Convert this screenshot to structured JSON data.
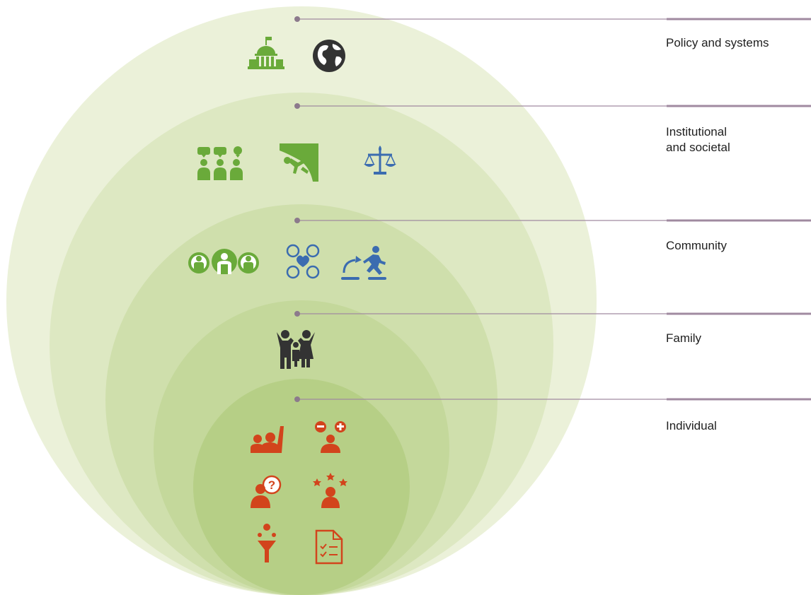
{
  "levels": [
    {
      "id": "policy",
      "label": "Policy and systems"
    },
    {
      "id": "institutional",
      "label": "Institutional\nand societal"
    },
    {
      "id": "community",
      "label": "Community"
    },
    {
      "id": "family",
      "label": "Family"
    },
    {
      "id": "individual",
      "label": "Individual"
    }
  ],
  "icons": {
    "policy": [
      "government-building-icon",
      "globe-icon"
    ],
    "institutional": [
      "group-discussion-icon",
      "climbing-person-icon",
      "scales-of-justice-icon"
    ],
    "community": [
      "community-members-icon",
      "connected-people-heart-icon",
      "person-stepping-up-icon"
    ],
    "family": [
      "family-icon"
    ],
    "individual": [
      "person-raising-hand-icon",
      "person-pros-cons-icon",
      "person-question-icon",
      "person-stars-icon",
      "person-filter-funnel-icon",
      "checklist-document-icon"
    ]
  },
  "colors": {
    "ring1": "#ebf1d9",
    "ring2": "#dde8c2",
    "ring3": "#cfdfac",
    "ring4": "#c4d89b",
    "ring5": "#b6cf86",
    "connector_line": "#a08aa0",
    "connector_dot": "#8c7a8c",
    "label_text": "#1f1f1f",
    "green_icon": "#6aaa3a",
    "blue_icon": "#3b6cb0",
    "dark_icon": "#333333",
    "orange_icon": "#d2441c"
  }
}
